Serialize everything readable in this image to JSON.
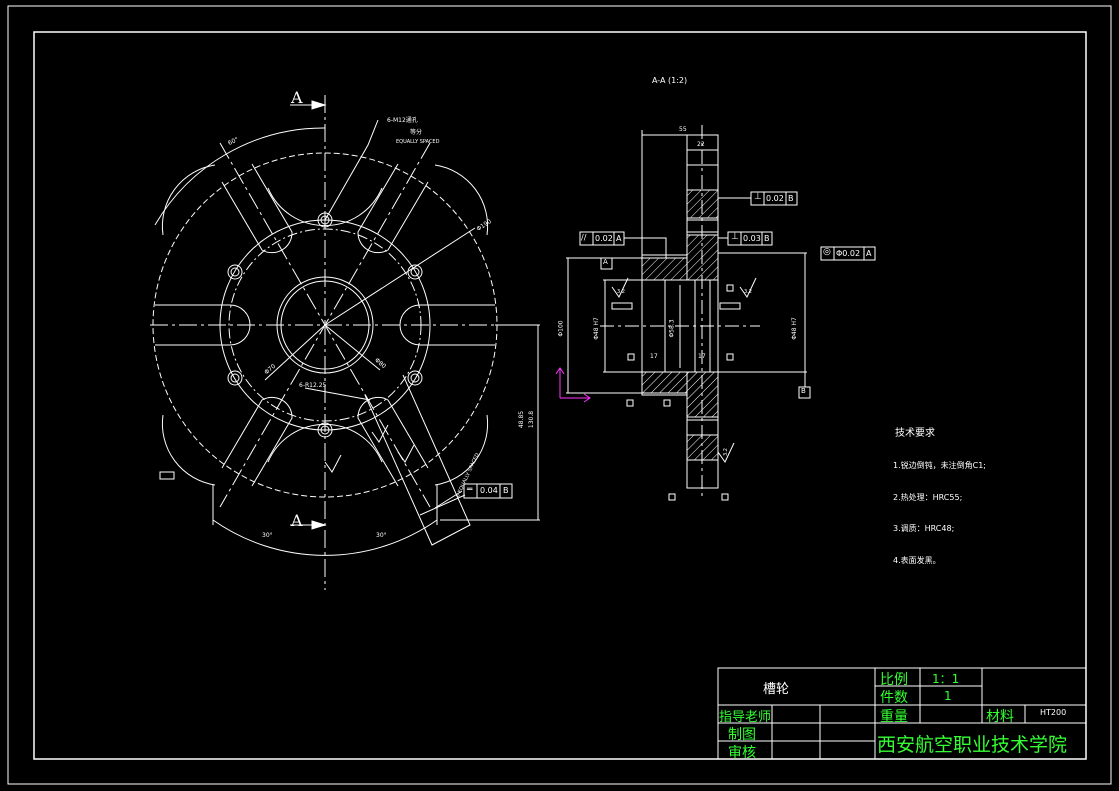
{
  "colors": {
    "background": "#000000",
    "lines": "#ffffff",
    "titleblock_text": "#33ff33",
    "ucs_icon": "#ff33ff"
  },
  "section_title": "A-A (1:2)",
  "section_marks": {
    "top": "A",
    "bottom": "A"
  },
  "front_view": {
    "hole_note": [
      "6-M12通孔",
      "等分",
      "EQUALLY SPACED"
    ],
    "hole_note2": "6-R12.25",
    "dim_dia1": "Φ190",
    "dim_dia2": "Φ70",
    "dim_dia3": "Φ80",
    "dim_angle_top": "60°",
    "dim_angle_left": "30°",
    "dim_angle_right": "30°",
    "dim_vertical": "48.85",
    "dim_vertical2": "130.8",
    "flatness": {
      "symbol": "═",
      "value": "0.04",
      "datum": "B"
    },
    "slot_note": "6 EQUALLY SPACED"
  },
  "section_view": {
    "dim_top_wide": "55",
    "dim_top_narrow": "22",
    "perp1": {
      "symbol": "⊥",
      "value": "0.02",
      "datum": "B"
    },
    "perp2": {
      "symbol": "⊥",
      "value": "0.03",
      "datum": "B"
    },
    "par1": {
      "symbol": "//",
      "value": "0.02",
      "datum": "A"
    },
    "runout": {
      "symbol": "◎",
      "value": "Φ0.02",
      "datum": "A"
    },
    "datum_a": "A",
    "datum_b": "B",
    "dim_left_dia": "Φ100",
    "dim_left2": "Φ48 H7",
    "dim_center": "Φ58.3",
    "dim_right": "Φ48 H7",
    "dim_17a": "17",
    "dim_17b": "17",
    "rough1": "3.2",
    "rough2": "3.2",
    "rough3": "3.2"
  },
  "tech_req": {
    "title": "技术要求",
    "items": [
      "1.锐边倒钝，未注倒角C1;",
      "2.热处理：HRC55;",
      "3.调质：HRC48;",
      "4.表面发黑。"
    ]
  },
  "title_block": {
    "part_name": "槽轮",
    "scale_label": "比例",
    "scale_value": "1：1",
    "qty_label": "件数",
    "qty_value": "1",
    "weight_label": "重量",
    "material_label": "材料",
    "material_value": "HT200",
    "advisor_label": "指导老师",
    "drawn_label": "制图",
    "checked_label": "审核",
    "school": "西安航空职业技术学院"
  }
}
